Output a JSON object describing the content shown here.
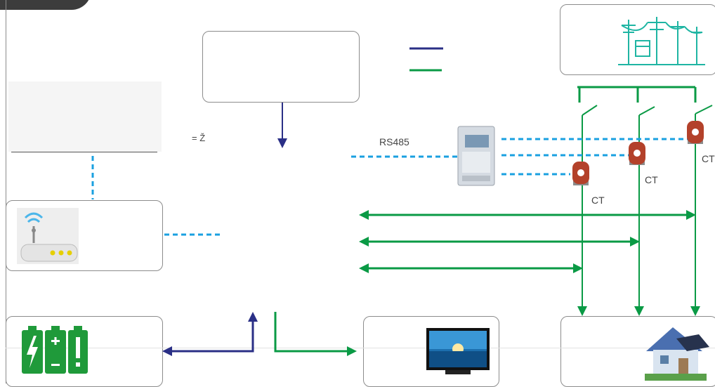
{
  "labels": {
    "rs485": "RS485",
    "ct_1": "CT",
    "ct_2": "CT",
    "ct_3": "CT",
    "symbol_note": "= Ž"
  },
  "colors": {
    "ac_line": "#0a9a45",
    "dc_line": "#2a2f86",
    "comm_line": "#1aa0e0",
    "ct_core": "#b3412a",
    "box_border": "#8c8c8c"
  },
  "icons": {
    "grid": "power-grid-transformer-icon",
    "router": "wifi-router-icon",
    "battery": "battery-pack-icon",
    "tv": "television-icon",
    "house": "solar-house-icon",
    "meter": "energy-meter-icon",
    "ct": "current-transformer-icon"
  }
}
